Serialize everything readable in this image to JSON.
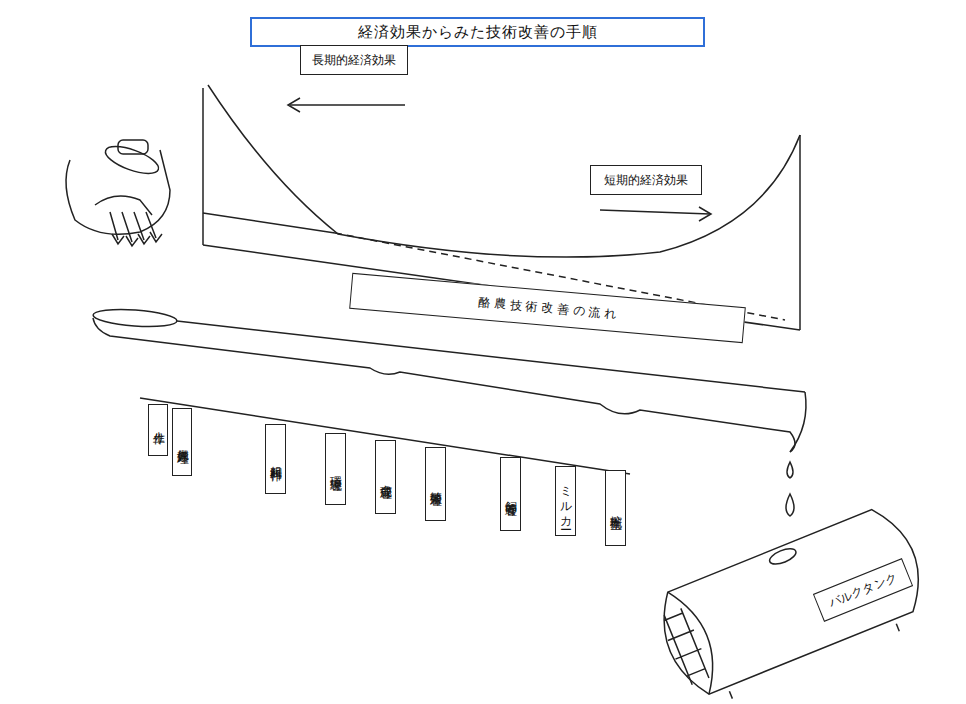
{
  "diagram": {
    "title": "経済効果からみた技術改善の手順",
    "nodes": [
      {
        "text": [
          "長期的経済効果"
        ]
      },
      {
        "text": [
          "短期的経済効果"
        ]
      },
      {
        "text": [
          "酪 農 技 術 改 善 の 流 れ"
        ]
      },
      {
        "text": [
          "土作り"
        ]
      },
      {
        "text": [
          "糞尿処理"
        ]
      },
      {
        "text": [
          "粗飼料作"
        ]
      },
      {
        "text": [
          "環境管理"
        ]
      },
      {
        "text": [
          "育成管理"
        ]
      },
      {
        "text": [
          "繁殖管理"
        ]
      },
      {
        "text": [
          "飼養管理"
        ]
      },
      {
        "text": [
          "ミルカー"
        ]
      },
      {
        "text": [
          "搾乳衛生"
        ]
      },
      {
        "text": [
          "バルクタンク"
        ]
      }
    ]
  }
}
